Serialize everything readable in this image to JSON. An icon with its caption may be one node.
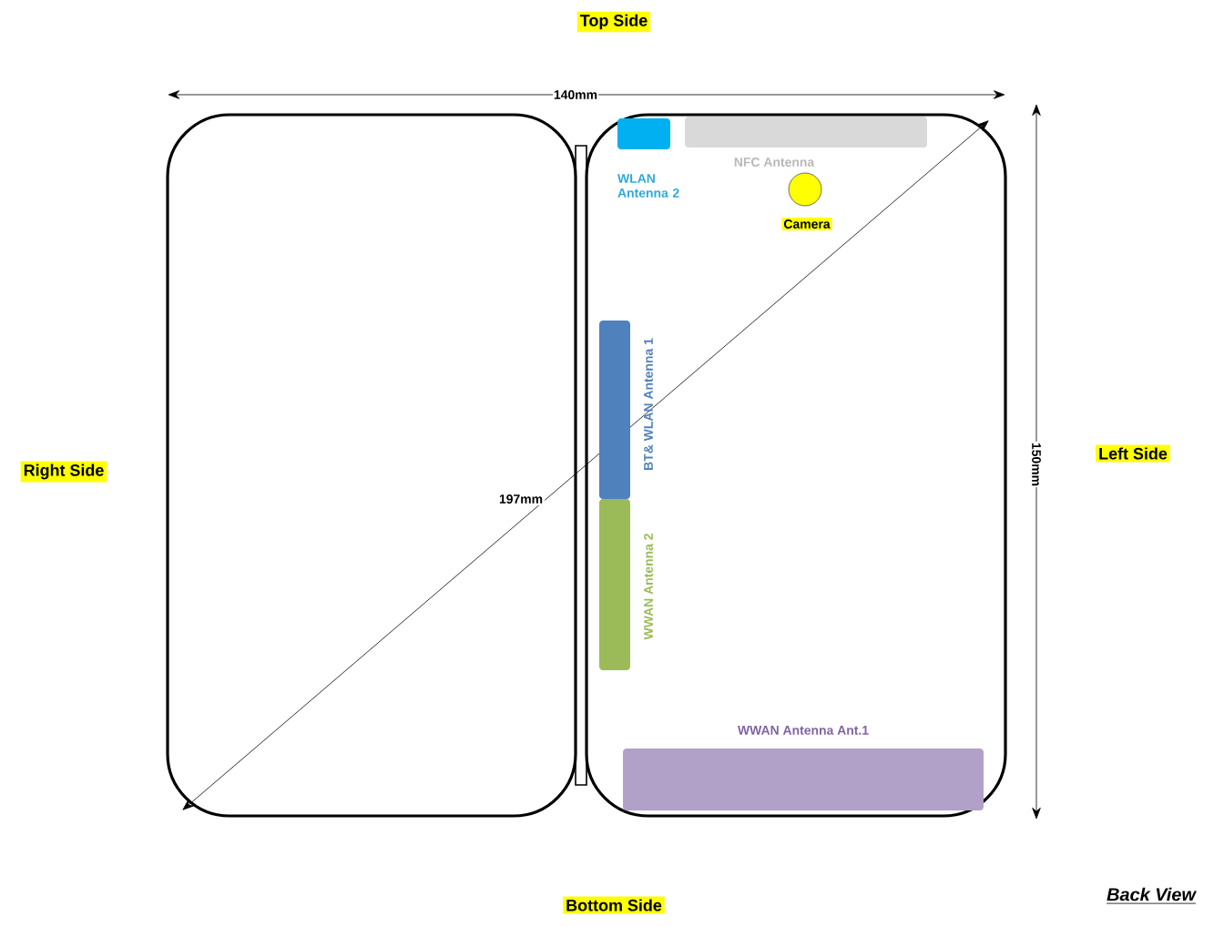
{
  "diagram": {
    "nodes": [
      {
        "text": [
          "WLAN Antenna 2"
        ]
      },
      {
        "text": [
          "NFC Antenna"
        ]
      },
      {
        "text": [
          "Camera"
        ]
      },
      {
        "text": [
          "BT& WLAN Antenna 1"
        ]
      },
      {
        "text": [
          "WWAN Antenna 2"
        ]
      },
      {
        "text": [
          "WWAN Antenna Ant.1"
        ]
      }
    ],
    "labels": [
      "Top Side",
      "140mm",
      "Right Side",
      "197mm",
      "150mm",
      "Left Side",
      "Bottom Side",
      "Back View"
    ]
  }
}
